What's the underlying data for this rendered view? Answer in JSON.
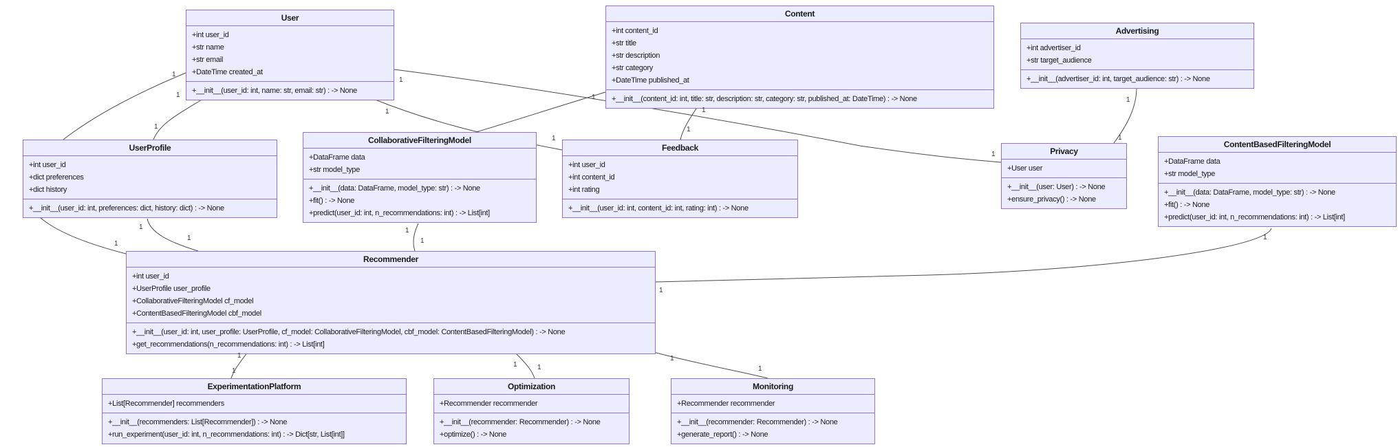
{
  "diagram": {
    "type": "uml-class-diagram",
    "background_color": "#ffffff",
    "node_fill_color": "#ECECFF",
    "node_border_color": "#9370DB",
    "edge_color": "#4b4b4b"
  },
  "classes": [
    {
      "name": "User",
      "attributes": [
        "+int user_id",
        "+str name",
        "+str email",
        "+DateTime created_at"
      ],
      "methods": [
        "+__init__(user_id: int, name: str, email: str) : -> None"
      ]
    },
    {
      "name": "Content",
      "attributes": [
        "+int content_id",
        "+str title",
        "+str description",
        "+str category",
        "+DateTime published_at"
      ],
      "methods": [
        "+__init__(content_id: int, title: str, description: str, category: str, published_at: DateTime) : -> None"
      ]
    },
    {
      "name": "Advertising",
      "attributes": [
        "+int advertiser_id",
        "+str target_audience"
      ],
      "methods": [
        "+__init__(advertiser_id: int, target_audience: str) : -> None"
      ]
    },
    {
      "name": "UserProfile",
      "attributes": [
        "+int user_id",
        "+dict preferences",
        "+dict history"
      ],
      "methods": [
        "+__init__(user_id: int, preferences: dict, history: dict) : -> None"
      ]
    },
    {
      "name": "CollaborativeFilteringModel",
      "attributes": [
        "+DataFrame data",
        "+str model_type"
      ],
      "methods": [
        "+__init__(data: DataFrame, model_type: str) : -> None",
        "+fit() : -> None",
        "+predict(user_id: int, n_recommendations: int) : -> List[int]"
      ]
    },
    {
      "name": "Feedback",
      "attributes": [
        "+int user_id",
        "+int content_id",
        "+int rating"
      ],
      "methods": [
        "+__init__(user_id: int, content_id: int, rating: int) : -> None"
      ]
    },
    {
      "name": "Privacy",
      "attributes": [
        "+User user"
      ],
      "methods": [
        "+__init__(user: User) : -> None",
        "+ensure_privacy() : -> None"
      ]
    },
    {
      "name": "ContentBasedFilteringModel",
      "attributes": [
        "+DataFrame data",
        "+str model_type"
      ],
      "methods": [
        "+__init__(data: DataFrame, model_type: str) : -> None",
        "+fit() : -> None",
        "+predict(user_id: int, n_recommendations: int) : -> List[int]"
      ]
    },
    {
      "name": "Recommender",
      "attributes": [
        "+int user_id",
        "+UserProfile user_profile",
        "+CollaborativeFilteringModel cf_model",
        "+ContentBasedFilteringModel cbf_model"
      ],
      "methods": [
        "+__init__(user_id: int, user_profile: UserProfile, cf_model: CollaborativeFilteringModel, cbf_model: ContentBasedFilteringModel) : -> None",
        "+get_recommendations(n_recommendations: int) : -> List[int]"
      ]
    },
    {
      "name": "ExperimentationPlatform",
      "attributes": [
        "+List[Recommender] recommenders"
      ],
      "methods": [
        "+__init__(recommenders: List[Recommender]) : -> None",
        "+run_experiment(user_id: int, n_recommendations: int) : -> Dict[str, List[int]]"
      ]
    },
    {
      "name": "Optimization",
      "attributes": [
        "+Recommender recommender"
      ],
      "methods": [
        "+__init__(recommender: Recommender) : -> None",
        "+optimize() : -> None"
      ]
    },
    {
      "name": "Monitoring",
      "attributes": [
        "+Recommender recommender"
      ],
      "methods": [
        "+__init__(recommender: Recommender) : -> None",
        "+generate_report() : -> None"
      ]
    }
  ],
  "edges": [
    {
      "from": "User",
      "to": "UserProfile",
      "source_label": "1",
      "target_label": "1"
    },
    {
      "from": "User",
      "to": "Recommender",
      "source_label": "1",
      "target_label": "1"
    },
    {
      "from": "User",
      "to": "Feedback",
      "source_label": "1",
      "target_label": "1"
    },
    {
      "from": "User",
      "to": "Privacy",
      "source_label": "1",
      "target_label": "1"
    },
    {
      "from": "Content",
      "to": "CollaborativeFilteringModel",
      "source_label": "1",
      "target_label": ""
    },
    {
      "from": "Content",
      "to": "Feedback",
      "source_label": "1",
      "target_label": "1"
    },
    {
      "from": "Advertising",
      "to": "Privacy",
      "source_label": "1",
      "target_label": "1"
    },
    {
      "from": "CollaborativeFilteringModel",
      "to": "Recommender",
      "source_label": "1",
      "target_label": "1"
    },
    {
      "from": "ContentBasedFilteringModel",
      "to": "Recommender",
      "source_label": "1",
      "target_label": "1"
    },
    {
      "from": "Recommender",
      "to": "ExperimentationPlatform",
      "source_label": "1",
      "target_label": "1"
    },
    {
      "from": "Recommender",
      "to": "Optimization",
      "source_label": "1",
      "target_label": "1"
    },
    {
      "from": "Recommender",
      "to": "Monitoring",
      "source_label": "1",
      "target_label": "1"
    },
    {
      "from": "UserProfile",
      "to": "Recommender",
      "source_label": "1",
      "target_label": "1"
    }
  ]
}
